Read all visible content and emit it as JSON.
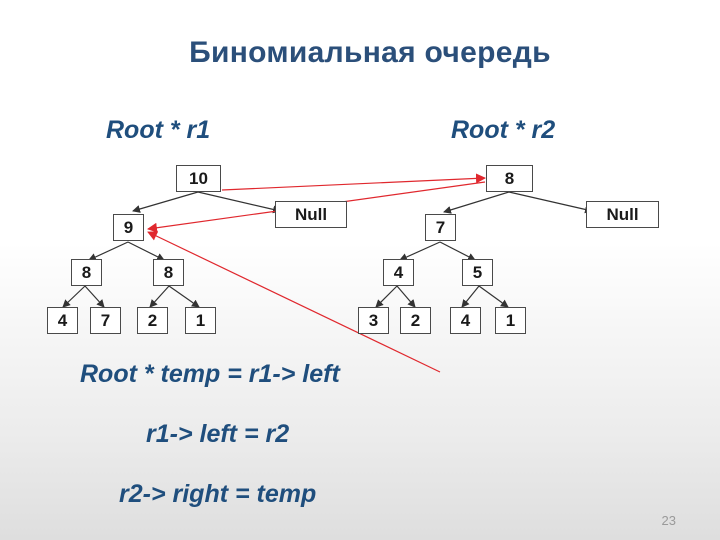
{
  "slide": {
    "title": "Биномиальная очередь",
    "page_number": "23"
  },
  "labels": {
    "root_r1": "Root * r1",
    "root_r2": "Root * r2",
    "line1": "Root * temp = r1-> left",
    "line2": "r1-> left = r2",
    "line3": "r2-> right = temp"
  },
  "tree1": {
    "root": "10",
    "null": "Null",
    "n9": "9",
    "n8a": "8",
    "n8b": "8",
    "leaf1": "4",
    "leaf2": "7",
    "leaf3": "2",
    "leaf4": "1"
  },
  "tree2": {
    "root": "8",
    "null": "Null",
    "n7": "7",
    "n4": "4",
    "n5": "5",
    "leaf1": "3",
    "leaf2": "2",
    "leaf3": "4",
    "leaf4": "1"
  },
  "colors": {
    "title": "#2b4f7a",
    "label": "#1f4e7d",
    "edge": "#333333",
    "pointer_arrow": "#e0282e"
  }
}
